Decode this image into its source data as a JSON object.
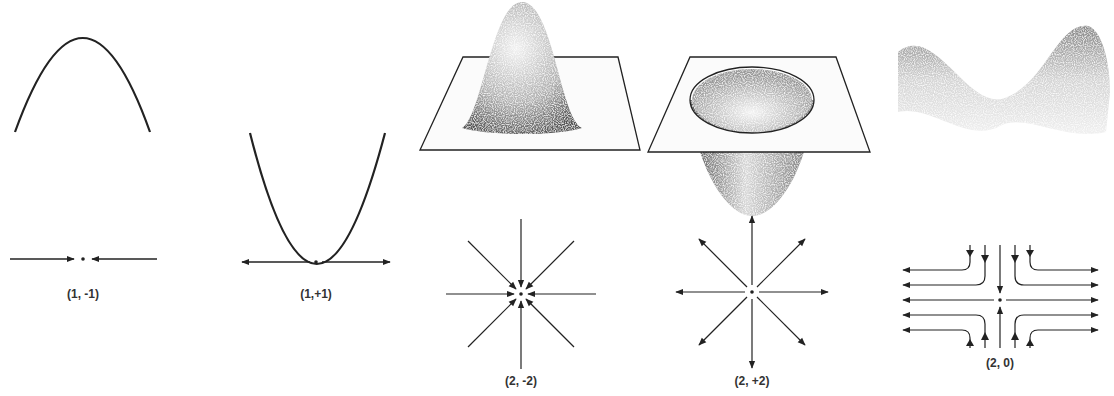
{
  "diagram": {
    "labels": [
      "(1, -1)",
      "(1,+1)",
      "(2, -2)",
      "(2, +2)",
      "(2, 0)"
    ]
  }
}
